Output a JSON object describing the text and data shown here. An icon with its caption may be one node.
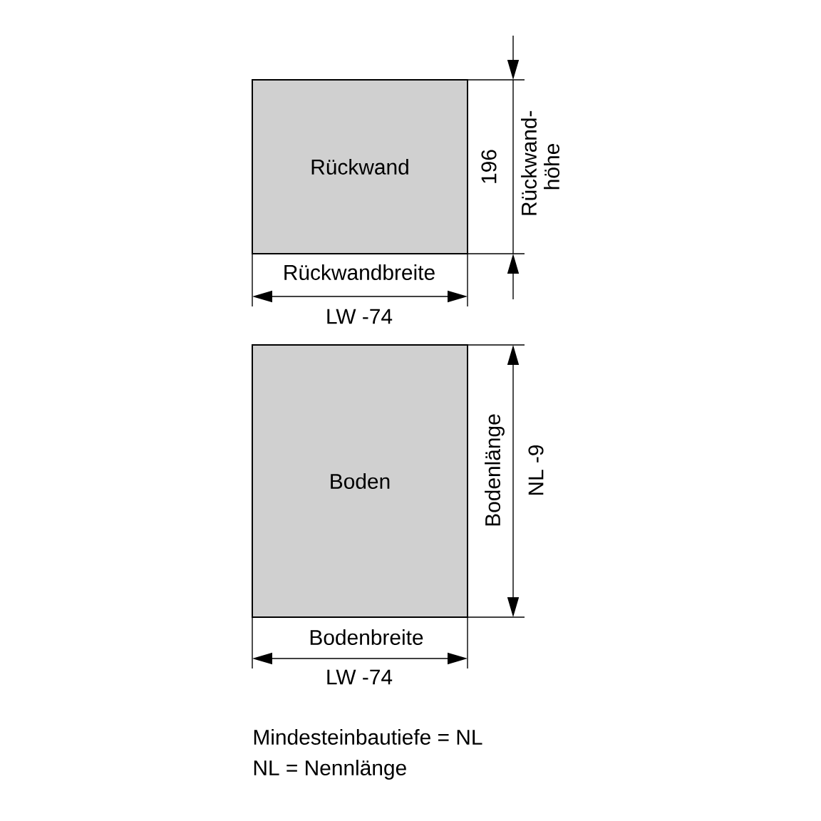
{
  "diagram": {
    "nodes": [
      {
        "text": [
          "Rückwand"
        ]
      },
      {
        "text": [
          "Boden"
        ]
      }
    ],
    "edges": [],
    "labels": [
      "196",
      "Rückwand- höhe",
      "Rückwandbreite",
      "LW -74",
      "Bodenlänge",
      "NL -9",
      "Bodenbreite",
      "LW -74",
      "Mindesteinbautiefe = NL",
      "NL = Nennlänge"
    ]
  }
}
